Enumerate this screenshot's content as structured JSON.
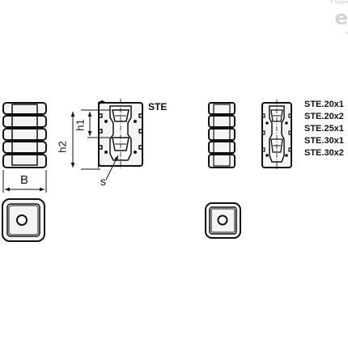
{
  "watermark": {
    "copyright": "© Copyri",
    "logo": "el",
    "logo_sub": "a"
  },
  "labels": {
    "product": "STE",
    "dim_b": "B",
    "dim_h1": "h1",
    "dim_h2": "h2",
    "dim_s": "s"
  },
  "variants": [
    "STE.20x1",
    "STE.20x2",
    "STE.25x1",
    "STE.30x1",
    "STE.30x2"
  ],
  "colors": {
    "line": "#111111",
    "fill": "#f4f4f4",
    "background": "#ffffff",
    "watermark": "#d3d3d3"
  }
}
